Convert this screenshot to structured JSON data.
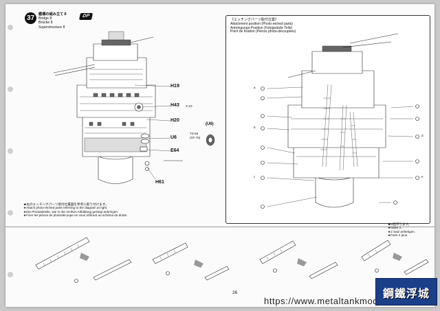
{
  "step": {
    "number": "37",
    "title_lines": [
      "艦橋の組み立て８",
      "Bridge 8",
      "Brücke 8",
      "Superstructure 8"
    ],
    "badge": "DP"
  },
  "callouts": {
    "h19": "H19",
    "h43": "H43",
    "x10": "X-10",
    "h20": "H20",
    "u6": "U6",
    "e64": "E64",
    "h61": "H61",
    "u6_paren": "(U6)",
    "ts66": "TS-66",
    "ts66_sub": "(XF-75)"
  },
  "attachment_box": {
    "lines": [
      "《エッチングパーツ取付位置》",
      "Attachment position (Photo-etched parts)",
      "Anbringungs-Position (Fotogeätzte Teile)",
      "Point de fixation (Pièces photo-découpées)"
    ],
    "markers": [
      "a",
      "b",
      "c",
      "d",
      "e"
    ]
  },
  "note": {
    "lines": [
      "★右のエッチングパーツ取付位置図を参考に取り付けます。",
      "★Attach photo-etched parts referring to the diagram at right.",
      "★Die Photoätzteile, wie in der rechten Abbildung gezeigt anbringen.",
      "★Fixer les pièces de photodécoupe en vous référant au schéma de droite."
    ]
  },
  "note2": {
    "lines": [
      "★2個作ります。",
      "★Make 2.",
      "★2 Satz anfertigen.",
      "★Faire 2 jeux."
    ]
  },
  "page_number": "26",
  "watermark": {
    "url": "https://www.metaltankmodel.com",
    "logo_main": "鋼鐵浮城"
  }
}
